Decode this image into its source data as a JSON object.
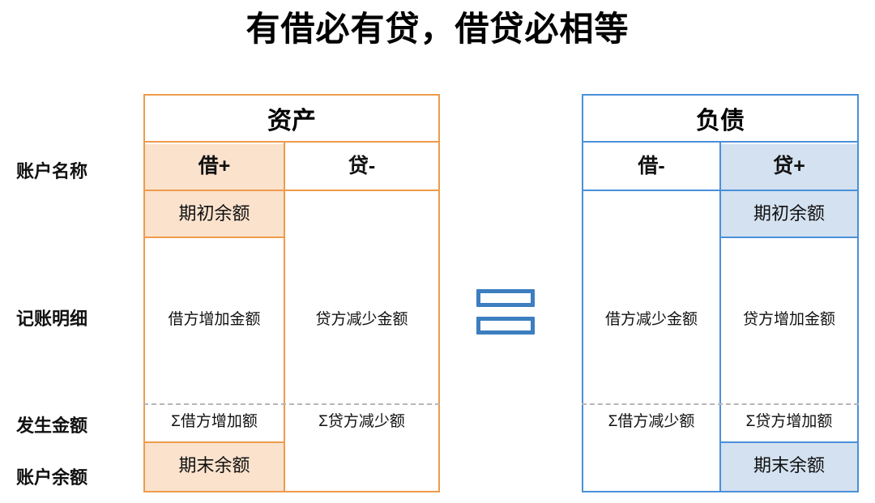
{
  "title": "有借必有贷，借贷必相等",
  "row_labels": [
    {
      "id": "account-name",
      "text": "账户名称"
    },
    {
      "id": "ledger-detail",
      "text": "记账明细"
    },
    {
      "id": "period-amount",
      "text": "发生金额"
    },
    {
      "id": "account-balance",
      "text": "账户余额"
    }
  ],
  "equals_symbol": {
    "name": "equals-sign",
    "color": "#3D7EBF",
    "bars": 2
  },
  "tables": [
    {
      "id": "assets",
      "header": "资产",
      "accent_color": "#EE9B4B",
      "fill_color": "#FBE2CD",
      "highlight_side": "debit",
      "columns": [
        {
          "id": "debit",
          "label": "借+",
          "highlighted": true
        },
        {
          "id": "credit",
          "label": "贷-",
          "highlighted": false
        }
      ],
      "rows": {
        "opening_balance": {
          "debit": "期初余额",
          "credit": ""
        },
        "detail": {
          "debit": "借方增加金额",
          "credit": "贷方减少金额"
        },
        "total": {
          "debit": "Σ借方增加额",
          "credit": "Σ贷方减少额"
        },
        "closing_balance": {
          "debit": "期末余额",
          "credit": ""
        }
      }
    },
    {
      "id": "liabilities",
      "header": "负债",
      "accent_color": "#4A90D9",
      "fill_color": "#D4E1F0",
      "highlight_side": "credit",
      "columns": [
        {
          "id": "debit",
          "label": "借-",
          "highlighted": false
        },
        {
          "id": "credit",
          "label": "贷+",
          "highlighted": true
        }
      ],
      "rows": {
        "opening_balance": {
          "debit": "",
          "credit": "期初余额"
        },
        "detail": {
          "debit": "借方减少金额",
          "credit": "贷方增加金额"
        },
        "total": {
          "debit": "Σ借方减少额",
          "credit": "Σ贷方增加额"
        },
        "closing_balance": {
          "debit": "",
          "credit": "期末余额"
        }
      }
    }
  ]
}
